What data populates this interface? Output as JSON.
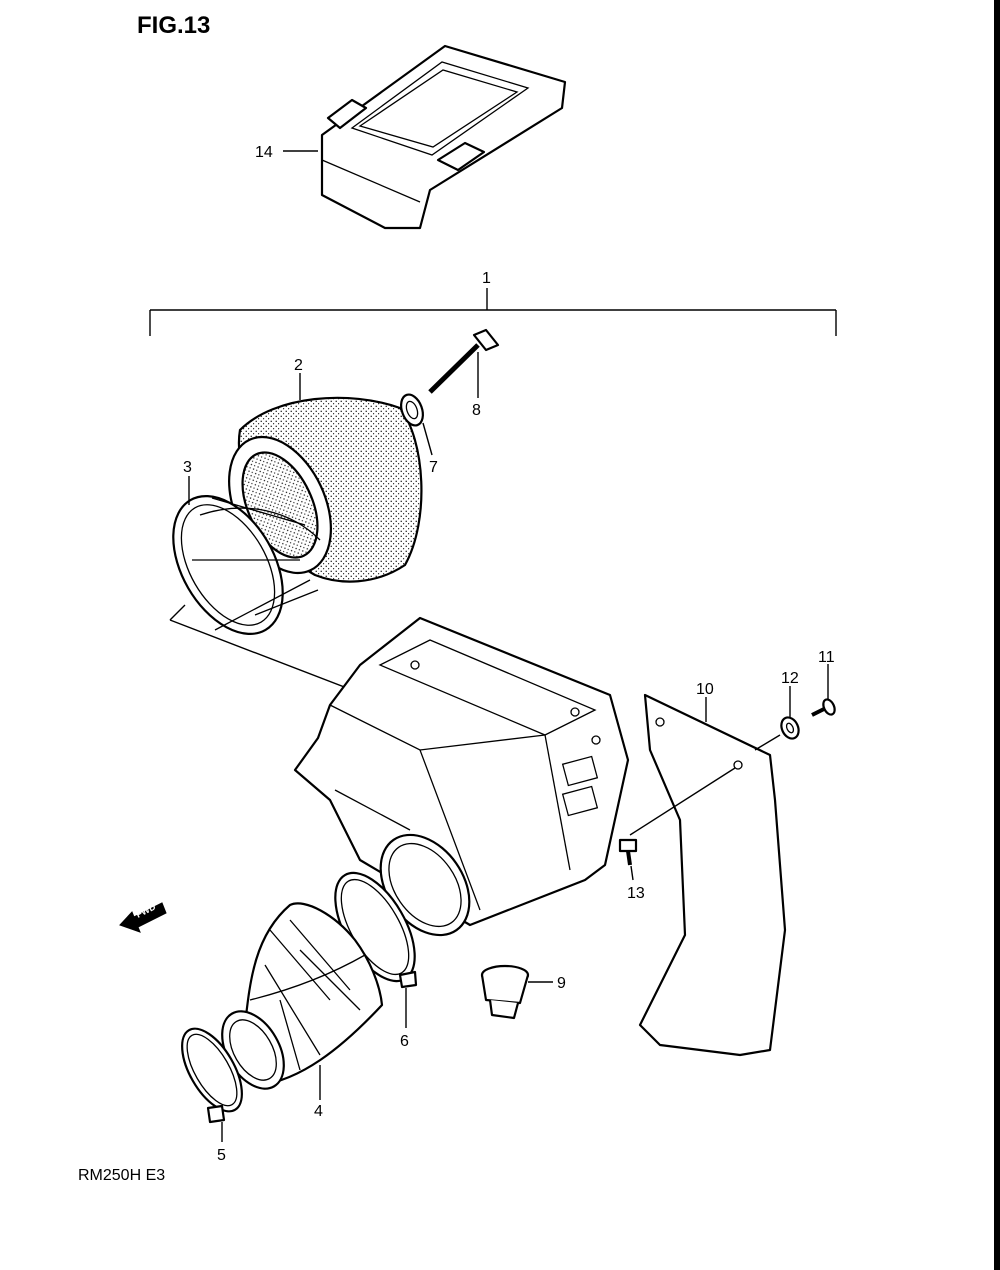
{
  "figure": {
    "title": "FIG.13"
  },
  "model_code": "RM250H E3",
  "fwd_label": "FWD",
  "callouts": {
    "p1": "1",
    "p2": "2",
    "p3": "3",
    "p4": "4",
    "p5": "5",
    "p6": "6",
    "p7": "7",
    "p8": "8",
    "p9": "9",
    "p10": "10",
    "p11": "11",
    "p12": "12",
    "p13": "13",
    "p14": "14"
  }
}
